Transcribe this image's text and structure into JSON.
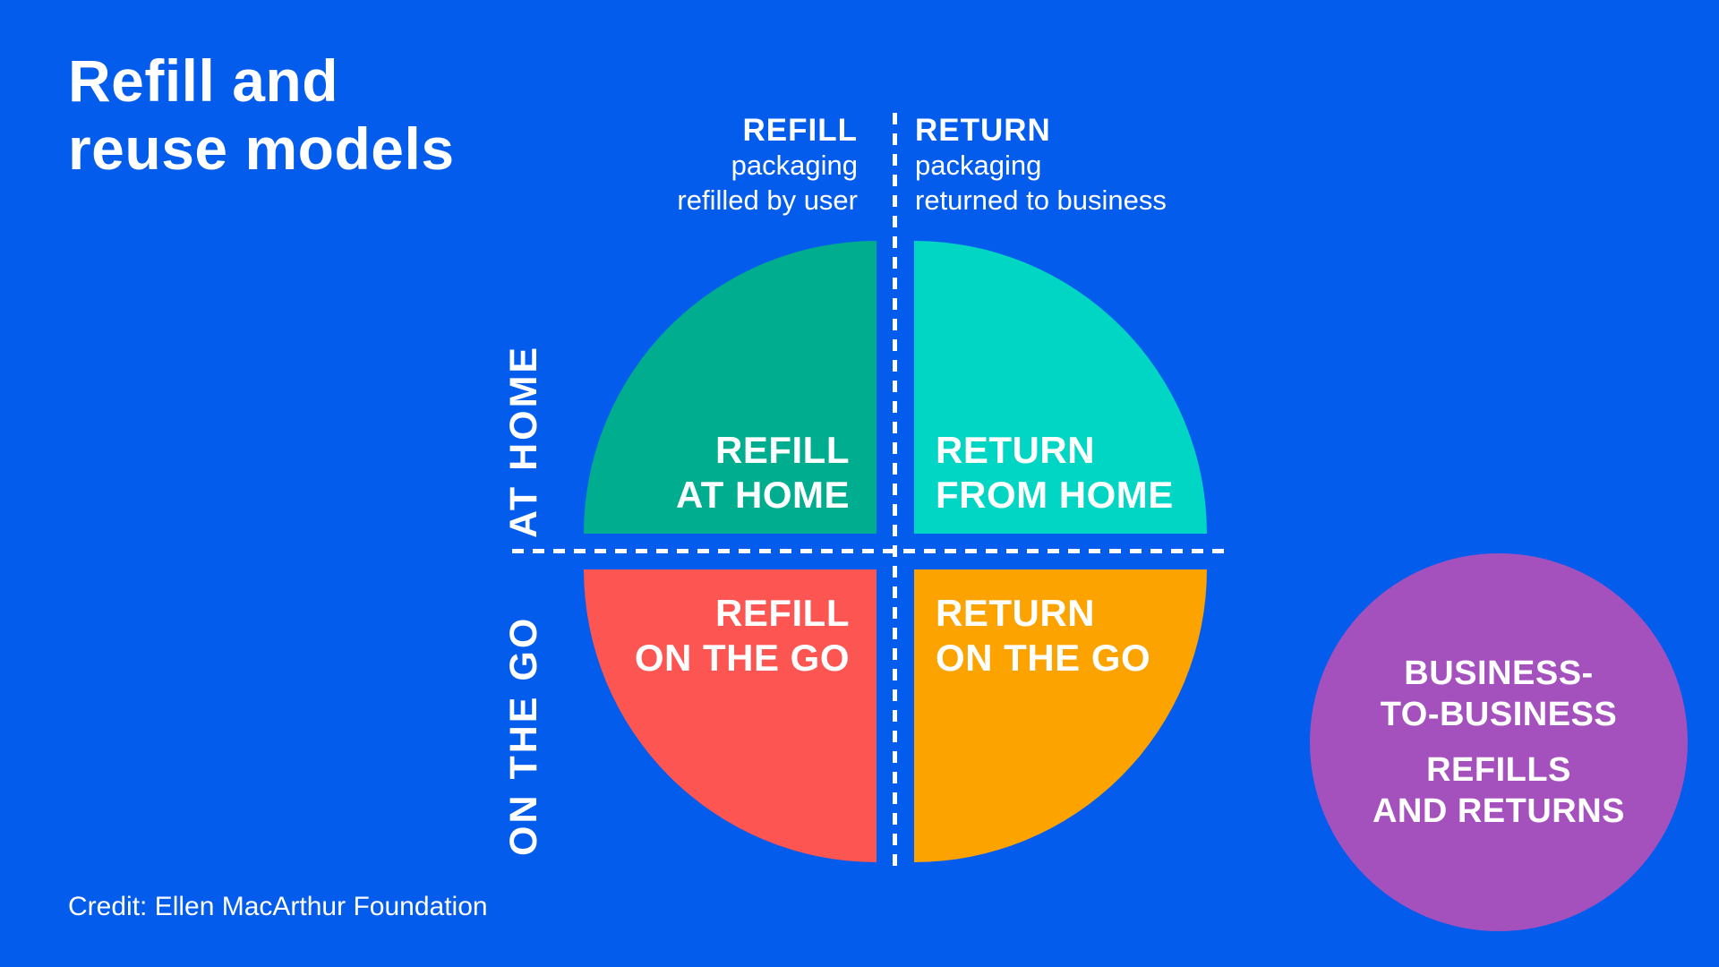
{
  "colors": {
    "background": "#045CEC",
    "text": "#FFFFFF",
    "dashed_line": "#FFFFFF"
  },
  "title": {
    "line1": "Refill and",
    "line2": "reuse models"
  },
  "columns": {
    "refill": {
      "heading": "REFILL",
      "desc_line1": "packaging",
      "desc_line2": "refilled by user"
    },
    "return": {
      "heading": "RETURN",
      "desc_line1": "packaging",
      "desc_line2": "returned to business"
    }
  },
  "rows": {
    "at_home": "AT HOME",
    "on_the_go": "ON THE GO"
  },
  "quadrants": {
    "refill_at_home": {
      "line1": "REFILL",
      "line2": "AT HOME",
      "color": "#00AE8F"
    },
    "return_from_home": {
      "line1": "RETURN",
      "line2": "FROM HOME",
      "color": "#00D6C3"
    },
    "refill_on_the_go": {
      "line1": "REFILL",
      "line2": "ON THE GO",
      "color": "#FC5552"
    },
    "return_on_the_go": {
      "line1": "RETURN",
      "line2": "ON THE GO",
      "color": "#FCA300"
    }
  },
  "b2b_circle": {
    "line1": "BUSINESS-",
    "line2": "TO-BUSINESS",
    "line3": "REFILLS",
    "line4": "AND RETURNS",
    "color": "#A451BE"
  },
  "credit": "Credit: Ellen MacArthur Foundation"
}
